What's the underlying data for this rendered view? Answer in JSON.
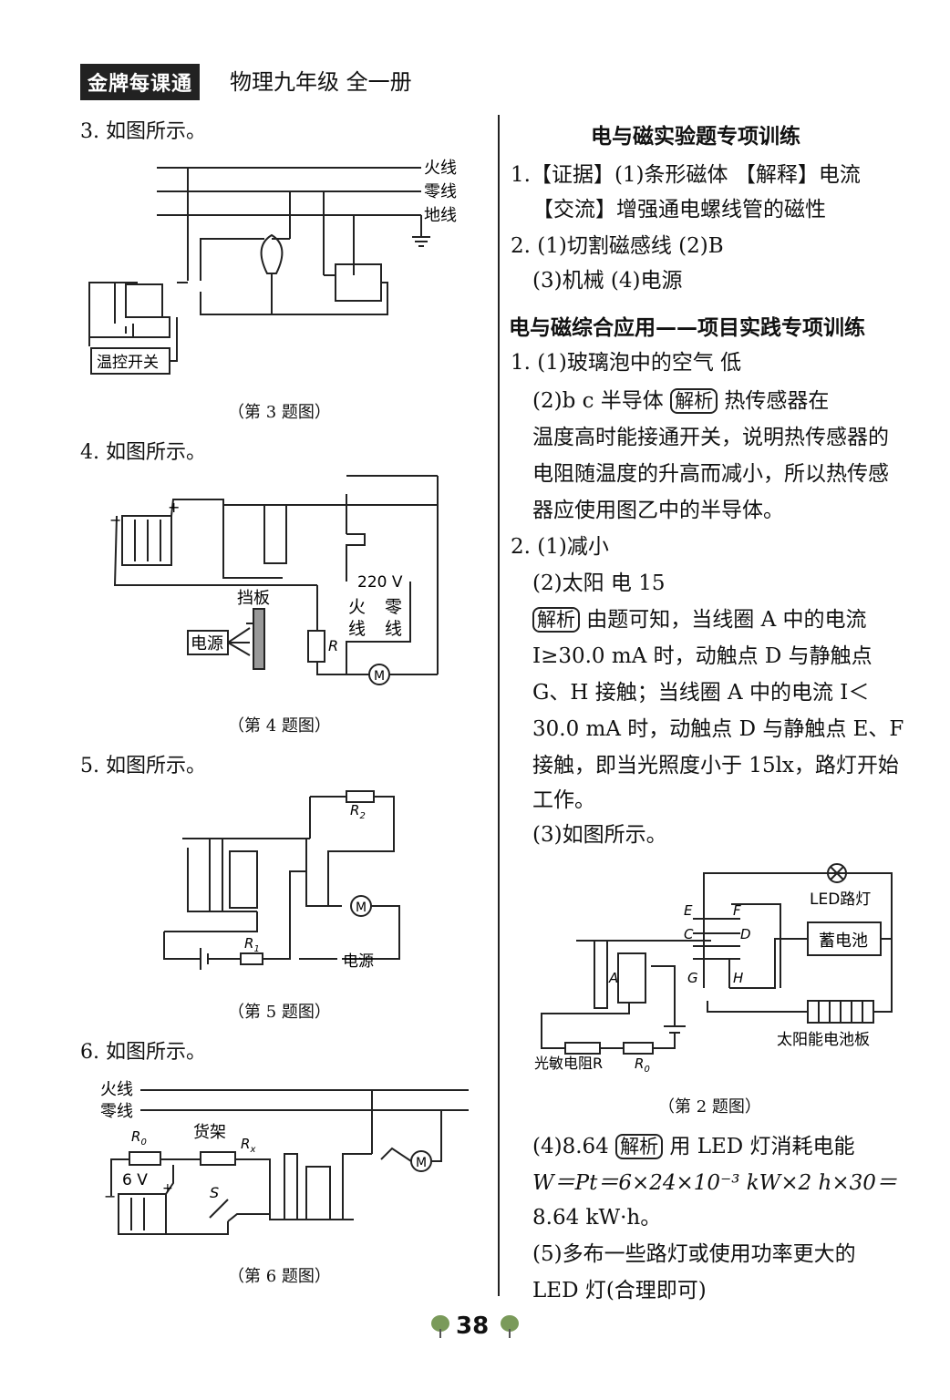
{
  "header": {
    "brand": "金牌每课通",
    "title": "物理九年级   全一册"
  },
  "left": {
    "q3": "3. 如图所示。",
    "cap3": "（第 3 题图）",
    "q4": "4. 如图所示。",
    "cap4": "（第 4 题图）",
    "q5": "5. 如图所示。",
    "cap5": "（第 5 题图）",
    "q6": "6. 如图所示。",
    "cap6": "（第 6 题图）"
  },
  "fig3": {
    "l1": "火线",
    "l2": "零线",
    "l3": "地线",
    "sw": "温控开关"
  },
  "fig4": {
    "v": "220 V",
    "huo": "火",
    "xian1": "线",
    "ling": "零",
    "xian2": "线",
    "baffle": "挡板",
    "src": "电源",
    "r": "R",
    "m": "M",
    "minus": "−",
    "plus": "+"
  },
  "fig5": {
    "r2": "R",
    "r2s": "2",
    "r1": "R",
    "r1s": "1",
    "src": "电源",
    "m": "M"
  },
  "fig6": {
    "l1": "火线",
    "l2": "零线",
    "r0": "R",
    "r0s": "0",
    "shelf": "货架",
    "rx": "R",
    "rxs": "x",
    "v": "6 V",
    "s": "S",
    "m": "M",
    "minus": "−",
    "plus": "+"
  },
  "fig2": {
    "led": "LED路灯",
    "bat": "蓄电池",
    "panel": "太阳能电池板",
    "ldr": "光敏电阻R",
    "r0": "R",
    "r0s": "0",
    "e": "E",
    "f": "F",
    "c": "C",
    "d": "D",
    "g": "G",
    "h": "H",
    "a": "A"
  },
  "right": {
    "sec1": "电与磁实验题专项训练",
    "a1_1": "1.【证据】(1)条形磁体  【解释】电流",
    "a1_2": "【交流】增强通电螺线管的磁性",
    "a2_1": "2. (1)切割磁感线  (2)B",
    "a2_2": "(3)机械  (4)电源",
    "sec2": "电与磁综合应用——项目实践专项训练",
    "b1_1": "1. (1)玻璃泡中的空气  低",
    "b1_2a": "(2)b  c  半导体 ",
    "tag": "解析",
    "b1_2b": " 热传感器在",
    "b1_3": "温度高时能接通开关，说明热传感器的",
    "b1_4": "电阻随温度的升高而减小，所以热传感",
    "b1_5": "器应使用图乙中的半导体。",
    "b2_1": "2. (1)减小",
    "b2_2": "(2)太阳  电  15",
    "b2_3b": " 由题可知，当线圈 A 中的电流",
    "b2_4": "I≥30.0 mA 时，动触点 D 与静触点",
    "b2_5": "G、H 接触；当线圈 A 中的电流 I＜",
    "b2_6": "30.0 mA 时，动触点 D 与静触点 E、F",
    "b2_7": "接触，即当光照度小于 15lx，路灯开始",
    "b2_8": "工作。",
    "b2_9": "(3)如图所示。",
    "cap2": "（第 2 题图）",
    "b2_10a": "(4)8.64  ",
    "b2_10b": " 用 LED 灯消耗电能",
    "b2_11": "W＝Pt＝6×24×10⁻³ kW×2 h×30＝",
    "b2_12": "8.64 kW·h。",
    "b2_13": "(5)多布一些路灯或使用功率更大的",
    "b2_14": "LED 灯(合理即可)"
  },
  "footer": {
    "page": "38"
  }
}
